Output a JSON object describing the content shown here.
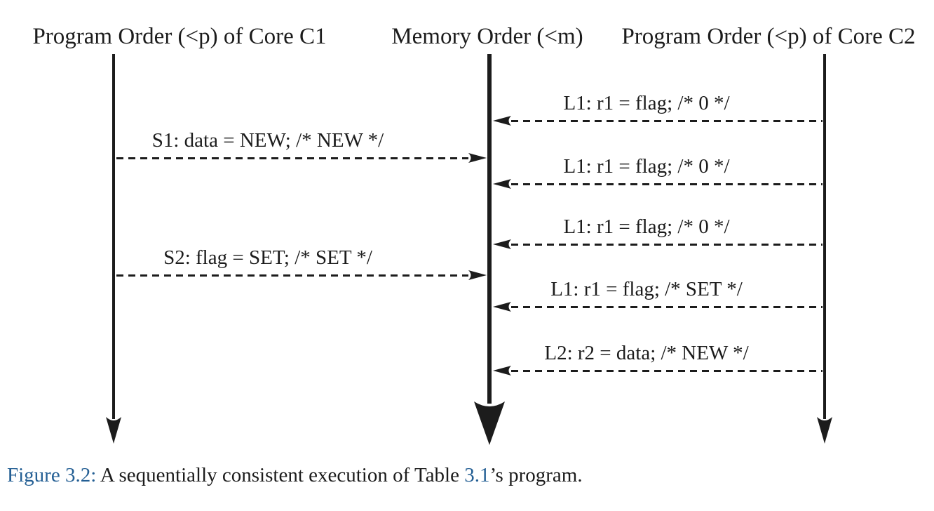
{
  "figure": {
    "lanes": [
      {
        "id": "c1",
        "label": "Program Order (<p) of Core C1"
      },
      {
        "id": "memory",
        "label": "Memory Order (<m)"
      },
      {
        "id": "c2",
        "label": "Program Order (<p) of Core C2"
      }
    ],
    "events": [
      {
        "core": "C2",
        "op": "load",
        "label": "L1: r1 = flag; /* 0 */"
      },
      {
        "core": "C1",
        "op": "store",
        "label": "S1: data = NEW; /* NEW */"
      },
      {
        "core": "C2",
        "op": "load",
        "label": "L1: r1 = flag; /* 0 */"
      },
      {
        "core": "C2",
        "op": "load",
        "label": "L1: r1 = flag; /* 0 */"
      },
      {
        "core": "C1",
        "op": "store",
        "label": "S2: flag = SET; /* SET */"
      },
      {
        "core": "C2",
        "op": "load",
        "label": "L1: r1 = flag; /* SET */"
      },
      {
        "core": "C2",
        "op": "load",
        "label": "L2: r2 = data; /* NEW */"
      }
    ]
  },
  "caption": {
    "figure_ref": "Figure 3.2:",
    "text_before_link": " A sequentially consistent execution of Table ",
    "table_ref": "3.1",
    "text_after_link": "’s program."
  },
  "colors": {
    "ink": "#1c1c1c",
    "link_blue": "#245f94",
    "background": "#ffffff"
  }
}
